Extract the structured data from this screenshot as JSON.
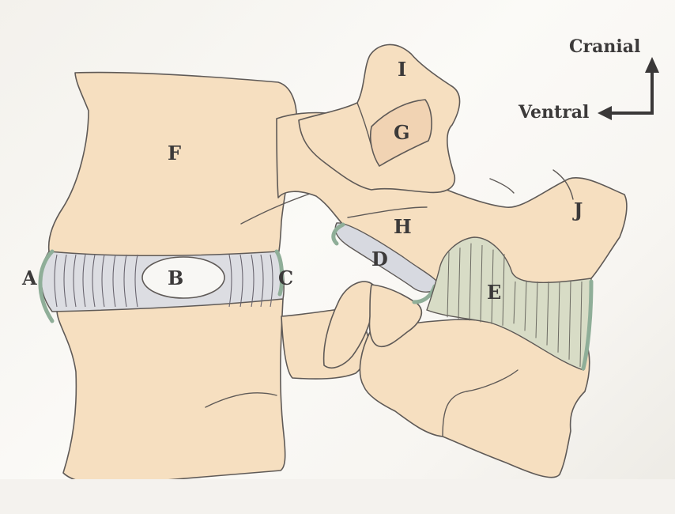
{
  "labels": {
    "A": "A",
    "B": "B",
    "C": "C",
    "D": "D",
    "E": "E",
    "F": "F",
    "G": "G",
    "H": "H",
    "I": "I",
    "J": "J"
  },
  "orientation": {
    "cranial": "Cranial",
    "ventral": "Ventral"
  },
  "colors": {
    "bone": "#f6dfc0",
    "disc": "#dcdde2",
    "ligament_green": "#8fae98",
    "flavum": "#d8dcc6",
    "text": "#3c3a3a"
  }
}
